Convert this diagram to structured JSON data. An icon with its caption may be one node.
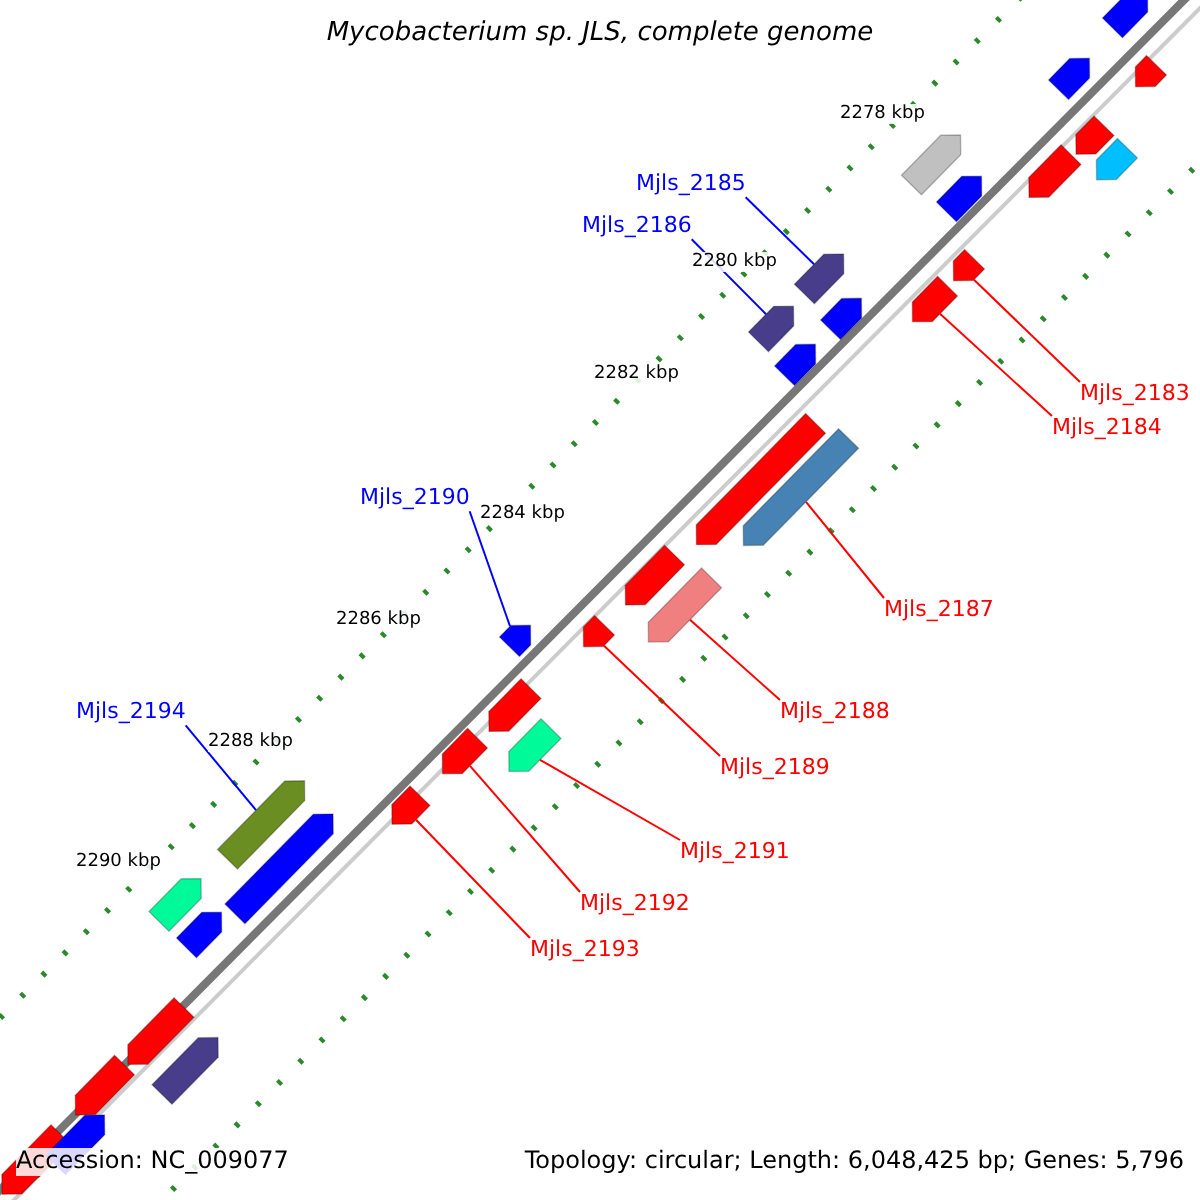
{
  "diagram": {
    "title": "Mycobacterium sp. JLS, complete genome",
    "nodes": [
      {
        "text": [
          "Mjls_2185"
        ]
      },
      {
        "text": [
          "Mjls_2186"
        ]
      },
      {
        "text": [
          "Mjls_2183"
        ]
      },
      {
        "text": [
          "Mjls_2184"
        ]
      },
      {
        "text": [
          "Mjls_2190"
        ]
      },
      {
        "text": [
          "Mjls_2187"
        ]
      },
      {
        "text": [
          "Mjls_2194"
        ]
      },
      {
        "text": [
          "Mjls_2188"
        ]
      },
      {
        "text": [
          "Mjls_2189"
        ]
      },
      {
        "text": [
          "Mjls_2191"
        ]
      },
      {
        "text": [
          "Mjls_2192"
        ]
      },
      {
        "text": [
          "Mjls_2193"
        ]
      },
      {
        "text": [],
        "shape": "arrow"
      },
      {
        "text": [],
        "shape": "arrow"
      },
      {
        "text": [],
        "shape": "arrow"
      },
      {
        "text": [],
        "shape": "arrow"
      },
      {
        "text": [],
        "shape": "arrow"
      },
      {
        "text": [],
        "shape": "arrow"
      },
      {
        "text": [],
        "shape": "arrow"
      },
      {
        "text": [],
        "shape": "arrow"
      },
      {
        "text": [],
        "shape": "arrow"
      },
      {
        "text": [],
        "shape": "arrow"
      },
      {
        "text": [],
        "shape": "arrow"
      },
      {
        "text": [],
        "shape": "arrow"
      },
      {
        "text": [],
        "shape": "arrow"
      },
      {
        "text": [],
        "shape": "arrow"
      },
      {
        "text": [],
        "shape": "arrow"
      },
      {
        "text": [],
        "shape": "arrow"
      },
      {
        "text": [],
        "shape": "arrow"
      },
      {
        "text": [],
        "shape": "arrow"
      },
      {
        "text": [],
        "shape": "arrow"
      },
      {
        "text": [],
        "shape": "arrow"
      },
      {
        "text": [],
        "shape": "arrow"
      },
      {
        "text": [],
        "shape": "arrow"
      },
      {
        "text": [],
        "shape": "arrow"
      },
      {
        "text": [],
        "shape": "arrow"
      },
      {
        "text": [],
        "shape": "arrow"
      },
      {
        "text": [],
        "shape": "arrow"
      },
      {
        "text": [],
        "shape": "arrow"
      },
      {
        "text": [],
        "shape": "arrow"
      },
      {
        "text": [],
        "shape": "arrow"
      },
      {
        "text": [],
        "shape": "arrow"
      },
      {
        "text": [],
        "shape": "arrow"
      },
      {
        "text": [],
        "shape": "arrow"
      },
      {
        "text": [],
        "shape": "arrow"
      },
      {
        "text": [],
        "shape": "arrow"
      }
    ],
    "edges": [
      {
        "from": 0,
        "to": 20,
        "arrow": "none",
        "color": "#0000ff"
      },
      {
        "from": 1,
        "to": 21,
        "arrow": "none",
        "color": "#0000ff"
      },
      {
        "from": 2,
        "to": 24,
        "arrow": "none"
      },
      {
        "from": 3,
        "to": 25,
        "arrow": "none"
      },
      {
        "from": 4,
        "to": 26,
        "arrow": "none",
        "color": "#0000ff"
      },
      {
        "from": 5,
        "to": 28,
        "arrow": "none"
      },
      {
        "from": 6,
        "to": 36,
        "arrow": "none",
        "color": "#0000ff"
      },
      {
        "from": 7,
        "to": 31,
        "arrow": "none"
      },
      {
        "from": 8,
        "to": 30,
        "arrow": "none"
      },
      {
        "from": 9,
        "to": 35,
        "arrow": "none"
      },
      {
        "from": 10,
        "to": 33,
        "arrow": "none"
      },
      {
        "from": 11,
        "to": 34,
        "arrow": "none"
      }
    ],
    "labels": [
      "2278 kbp",
      "2280 kbp",
      "2282 kbp",
      "2284 kbp",
      "2286 kbp",
      "2288 kbp",
      "2290 kbp",
      "Accession: NC_009077",
      "Topology: circular; Length: 6,048,425 bp; Genes: 5,796"
    ]
  }
}
